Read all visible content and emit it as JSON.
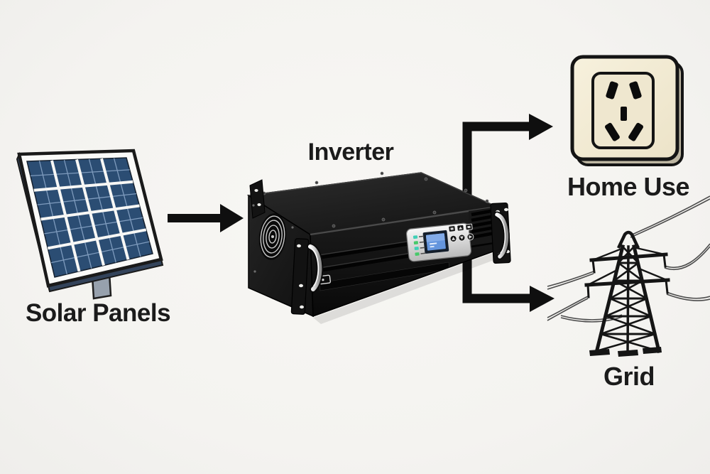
{
  "diagram": {
    "background_color": "#f5f4f1",
    "text_color": "#1b1b1b",
    "arrow_color": "#0f0f0f",
    "nodes": {
      "solar": {
        "label": "Solar Panels",
        "icon": "solar-panel-icon",
        "accent_color": "#2b4d73"
      },
      "inverter": {
        "label": "Inverter",
        "icon": "inverter-unit-icon",
        "accent_color": "#161616"
      },
      "home": {
        "label": "Home Use",
        "icon": "power-outlet-icon",
        "accent_color": "#f2ebd5"
      },
      "grid": {
        "label": "Grid",
        "icon": "transmission-tower-icon",
        "accent_color": "#1a1a1a"
      }
    },
    "edges": [
      {
        "from": "solar",
        "to": "inverter"
      },
      {
        "from": "inverter",
        "to": "home"
      },
      {
        "from": "inverter",
        "to": "grid"
      }
    ]
  }
}
